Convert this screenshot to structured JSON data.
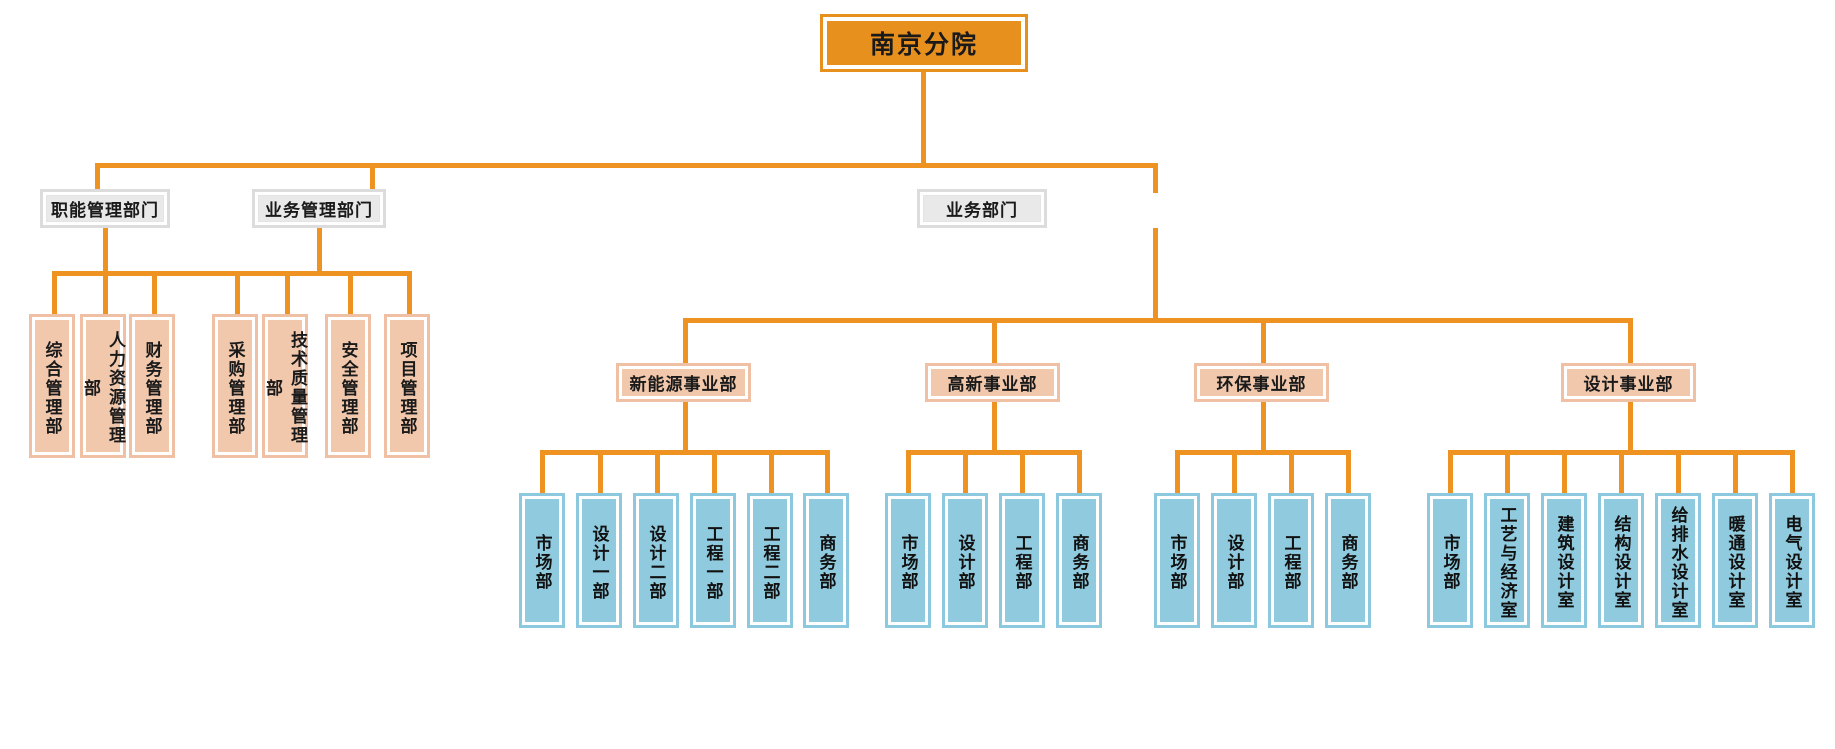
{
  "chart_data": {
    "type": "diagram",
    "title": "南京分院组织架构图",
    "diagram_type": "organization-chart",
    "orientation": "top-down",
    "colors": {
      "connector": "#EE9322",
      "root_fill": "#E8901E",
      "group_fill": "#E9E9E9",
      "group_border": "#DCDCDC",
      "salmon_fill": "#F2C8AD",
      "salmon_border": "#EFC0A3",
      "blue_fill": "#8FCADE",
      "blue_border": "#8DC9DE",
      "text": "#1a1a1a"
    }
  },
  "root": {
    "label": "南京分院"
  },
  "groups": {
    "functional": {
      "label": "职能管理部门"
    },
    "business_mgmt": {
      "label": "业务管理部门"
    },
    "business": {
      "label": "业务部门"
    }
  },
  "management_departments": [
    {
      "label": "综合管理部"
    },
    {
      "label": "人力资源管理部"
    },
    {
      "label": "财务管理部"
    },
    {
      "label": "采购管理部"
    },
    {
      "label": "技术质量管理部"
    },
    {
      "label": "安全管理部"
    },
    {
      "label": "项目管理部"
    }
  ],
  "divisions": [
    {
      "label": "新能源事业部",
      "children": [
        {
          "label": "市场部"
        },
        {
          "label": "设计一部"
        },
        {
          "label": "设计二部"
        },
        {
          "label": "工程一部"
        },
        {
          "label": "工程二部"
        },
        {
          "label": "商务部"
        }
      ]
    },
    {
      "label": "高新事业部",
      "children": [
        {
          "label": "市场部"
        },
        {
          "label": "设计部"
        },
        {
          "label": "工程部"
        },
        {
          "label": "商务部"
        }
      ]
    },
    {
      "label": "环保事业部",
      "children": [
        {
          "label": "市场部"
        },
        {
          "label": "设计部"
        },
        {
          "label": "工程部"
        },
        {
          "label": "商务部"
        }
      ]
    },
    {
      "label": "设计事业部",
      "children": [
        {
          "label": "市场部"
        },
        {
          "label": "工艺与经济室"
        },
        {
          "label": "建筑设计室"
        },
        {
          "label": "结构设计室"
        },
        {
          "label": "给排水设计室"
        },
        {
          "label": "暖通设计室"
        },
        {
          "label": "电气设计室"
        }
      ]
    }
  ]
}
